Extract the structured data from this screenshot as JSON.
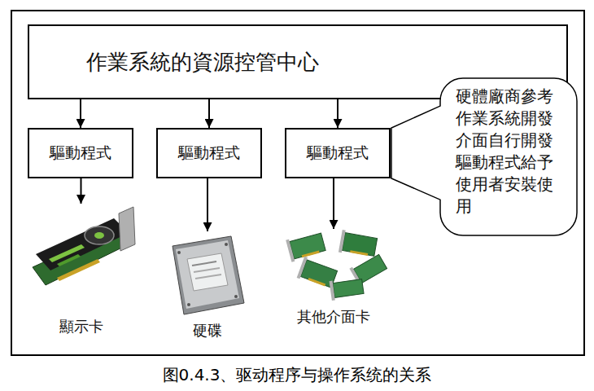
{
  "diagram": {
    "caption": "图0.4.3、驱动程序与操作系统的关系",
    "nodes": [
      {
        "text": [
          "作業系統的資源控管中心"
        ]
      },
      {
        "text": [
          "驅動程式"
        ]
      },
      {
        "text": [
          "驅動程式"
        ]
      },
      {
        "text": [
          "驅動程式"
        ]
      },
      {
        "text": [
          "硬體廠商參考作業系統開發介面自行開發驅動程式給予使用者安裝使用"
        ]
      },
      {
        "text": [
          "顯示卡"
        ]
      },
      {
        "text": [
          "硬碟"
        ]
      },
      {
        "text": [
          "其他介面卡"
        ]
      }
    ],
    "edges": [
      {
        "from": 0,
        "to": 1,
        "arrow": "to"
      },
      {
        "from": 0,
        "to": 2,
        "arrow": "to"
      },
      {
        "from": 0,
        "to": 3,
        "arrow": "to"
      },
      {
        "from": 1,
        "to": 5,
        "arrow": "to"
      },
      {
        "from": 2,
        "to": 6,
        "arrow": "to"
      },
      {
        "from": 3,
        "to": 7,
        "arrow": "to"
      }
    ]
  }
}
